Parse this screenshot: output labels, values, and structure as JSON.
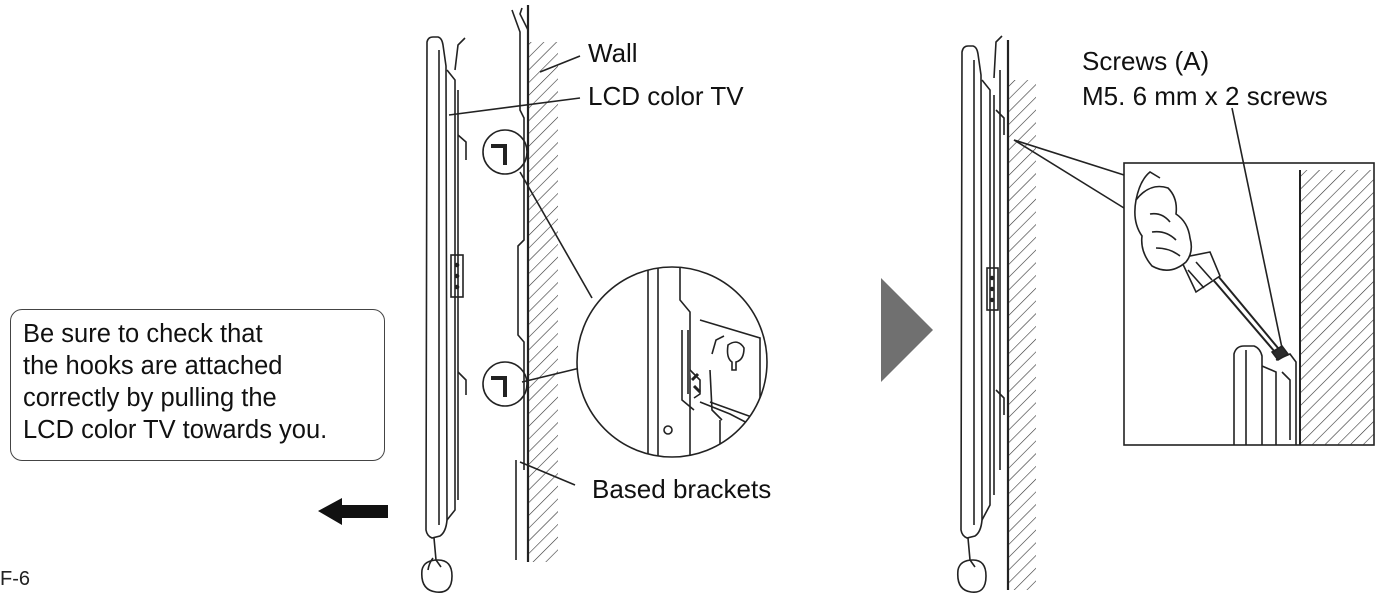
{
  "labels": {
    "wall": "Wall",
    "tv": "LCD color TV",
    "brackets": "Based brackets",
    "screws_title": "Screws (A)",
    "screws_spec": "M5. 6 mm x 2 screws"
  },
  "note": {
    "lines": [
      "Be sure to check that",
      "the hooks are attached",
      "correctly by pulling the",
      "LCD color TV towards you."
    ]
  },
  "page_number": "F-6",
  "icons": {
    "pull_direction": "arrow-left-icon",
    "step_next": "triangle-right-icon"
  },
  "colors": {
    "line": "#222222",
    "fill_dark": "#2b2b2b",
    "fill_grey": "#707070"
  }
}
